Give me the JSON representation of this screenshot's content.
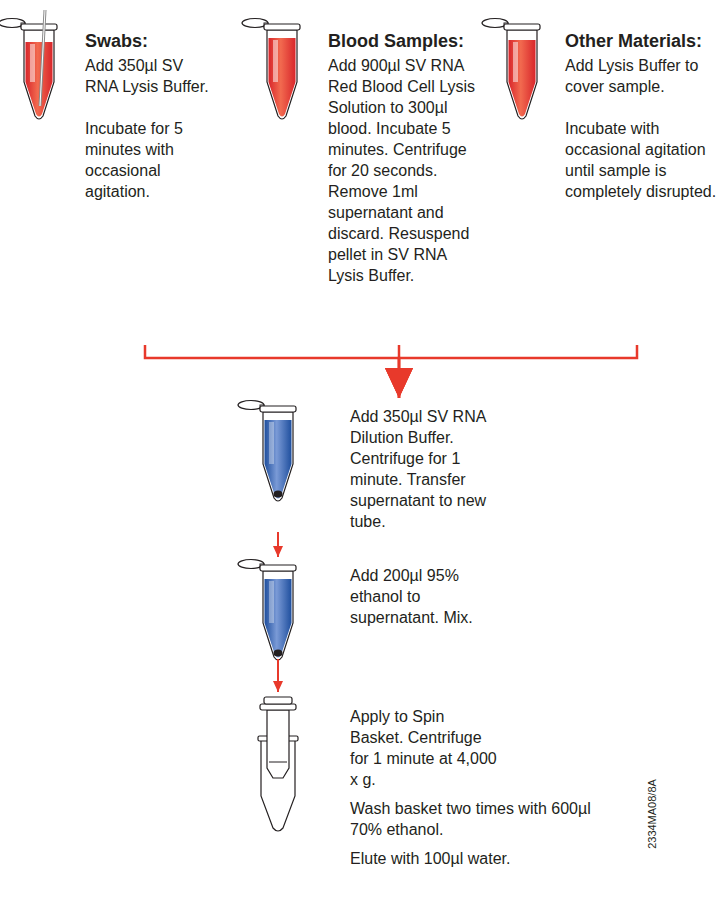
{
  "diagram": {
    "nodes": [
      {
        "text": [
          "Swabs:",
          "Add 350µl SV RNA Lysis Buffer.",
          "Incubate for 5 minutes with occasional agitation."
        ]
      },
      {
        "text": [
          "Blood Samples:",
          "Add 900µl SV RNA Red Blood Cell Lysis Solution to 300µl blood. Incubate 5 minutes. Centrifuge for 20 seconds. Remove 1ml supernatant and discard. Resuspend pellet in SV RNA Lysis Buffer."
        ]
      },
      {
        "text": [
          "Other Materials:",
          "Add Lysis Buffer to cover sample.",
          "Incubate with occasional agitation until sample is completely disrupted."
        ]
      },
      {
        "text": [
          "Add 350µl SV RNA Dilution Buffer. Centrifuge for 1 minute. Transfer supernatant to new tube."
        ]
      },
      {
        "text": [
          "Add 200µl 95% ethanol to supernatant. Mix."
        ]
      },
      {
        "text": [
          "Apply to Spin Basket. Centrifuge for 1 minute at 4,000 x g.",
          "Wash basket two times with 600µl 70% ethanol.",
          "Elute with 100µl water."
        ]
      }
    ],
    "edges": [
      {
        "from": 0,
        "to": 3,
        "arrow": "to"
      },
      {
        "from": 1,
        "to": 3,
        "arrow": "to"
      },
      {
        "from": 2,
        "to": 3,
        "arrow": "to"
      },
      {
        "from": 3,
        "to": 4,
        "arrow": "to"
      },
      {
        "from": 4,
        "to": 5,
        "arrow": "to"
      }
    ],
    "labels": [
      "2334MA08/8A"
    ]
  }
}
